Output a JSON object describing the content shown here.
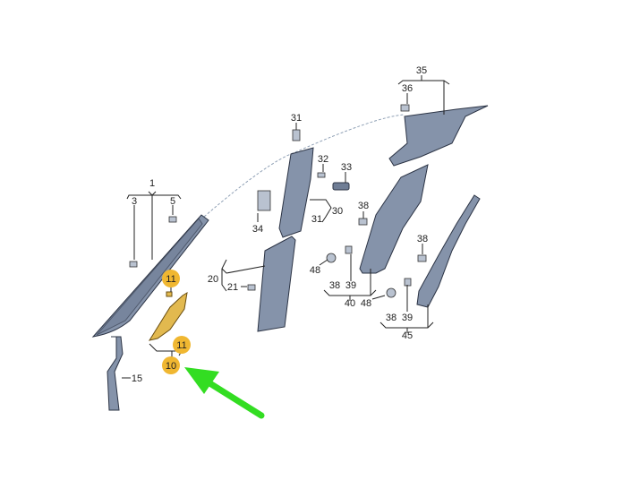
{
  "diagram": {
    "labels": [
      "1",
      "3",
      "5",
      "11",
      "11",
      "10",
      "15",
      "20",
      "21",
      "31",
      "32",
      "33",
      "30",
      "31",
      "34",
      "35",
      "36",
      "38",
      "38",
      "48",
      "38",
      "39",
      "40",
      "48",
      "38",
      "39",
      "45"
    ],
    "highlighted_labels": [
      "11",
      "11",
      "10"
    ],
    "colors": {
      "highlight": "#f0b731",
      "arrow": "#33dd22",
      "part": "#8593aa"
    }
  }
}
